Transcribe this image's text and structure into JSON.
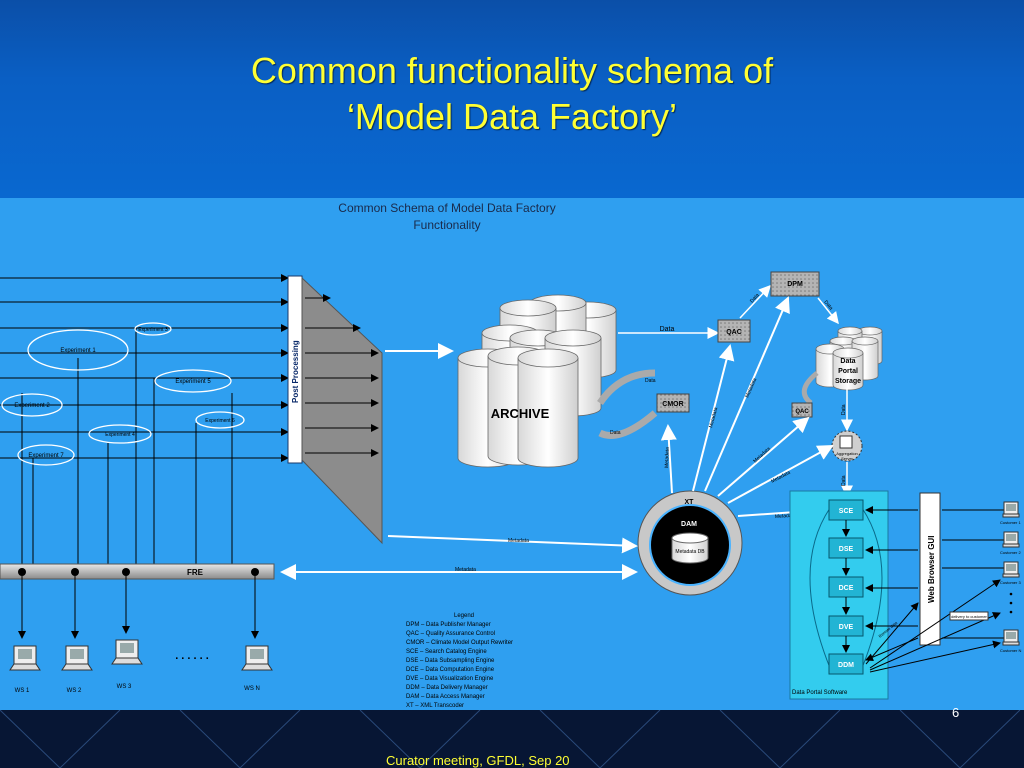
{
  "slide": {
    "title_line1": "Common functionality schema of",
    "title_line2": "‘Model Data Factory’",
    "footer": "Curator meeting, GFDL, Sep 20",
    "page_number": "6"
  },
  "diagram": {
    "title_line1": "Common Schema of Model Data Factory",
    "title_line2": "Functionality",
    "post_processing": "Post Processing",
    "archive": "ARCHIVE",
    "fre": "FRE",
    "experiments": [
      "Experiment 1",
      "Experiment 2",
      "Experiment 3",
      "Experiment 4",
      "Experiment 5",
      "Experiment 6",
      "Experiment 7"
    ],
    "workstations": [
      "WS 1",
      "WS 2",
      "WS 3",
      "WS N"
    ],
    "ws_dots": ". . . . . .",
    "xt": "XT",
    "dam": "DAM",
    "metadata_db": "Metadata DB",
    "cmor": "CMOR",
    "qac": "QAC",
    "dpm": "DPM",
    "data_portal_storage": [
      "Data",
      "Portal",
      "Storage"
    ],
    "aggregation_server": [
      "Aggregation",
      "Server"
    ],
    "portal_boxes": [
      "SCE",
      "DSE",
      "DCE",
      "DVE",
      "DDM"
    ],
    "data_portal_software": "Data Portal Software",
    "web_browser_gui": "Web Browser GUI",
    "delivery_to_customer": "delivery to customer",
    "customers": [
      "Customer 1",
      "Customer 2",
      "Customer 3",
      "Customer N"
    ],
    "flow_labels": {
      "data": "Data",
      "metadata": "Metadata",
      "remote_data": "Remote data",
      "remote_metadata": "Remote metadata"
    },
    "legend": {
      "title": "Legend",
      "items": [
        "DPM – Data Publisher Manager",
        "QAC – Quality Assurance Control",
        "CMOR – Climate Model Output Rewriter",
        "SCE – Search Catalog Engine",
        "DSE – Data Subsampling Engine",
        "DCE – Data Computation Engine",
        "DVE – Data Visualization Engine",
        "DDM – Data Delivery Manager",
        "DAM – Data Access Manager",
        "XT – XML Transcoder"
      ]
    }
  }
}
